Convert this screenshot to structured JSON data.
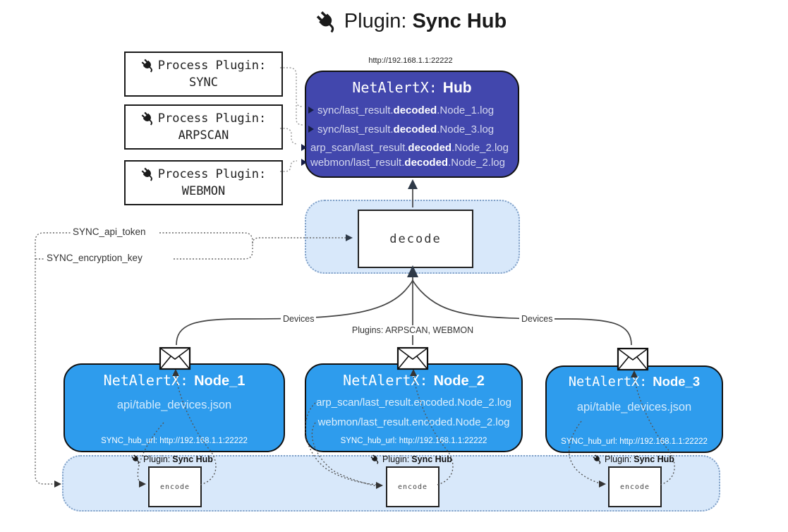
{
  "title": {
    "prefix": "Plugin:",
    "name": "Sync Hub"
  },
  "hub": {
    "url": "http://192.168.1.1:22222",
    "prefix": "NetAlertX:",
    "name": "Hub",
    "logs": [
      {
        "pre": "sync/last_result.",
        "bold": "decoded",
        "post": ".Node_1.log"
      },
      {
        "pre": "sync/last_result.",
        "bold": "decoded",
        "post": ".Node_3.log"
      },
      {
        "pre": "arp_scan/last_result.",
        "bold": "decoded",
        "post": ".Node_2.log"
      },
      {
        "pre": "webmon/last_result.",
        "bold": "decoded",
        "post": ".Node_2.log"
      }
    ]
  },
  "process_plugins": [
    {
      "label": "Process Plugin:",
      "name": "SYNC"
    },
    {
      "label": "Process Plugin:",
      "name": "ARPSCAN"
    },
    {
      "label": "Process Plugin:",
      "name": "WEBMON"
    }
  ],
  "decode_label": "decode",
  "encode_label": "encode",
  "encode_plugin": {
    "prefix": "Plugin:",
    "name": "Sync Hub"
  },
  "settings": {
    "api_token": "SYNC_api_token",
    "encryption_key": "SYNC_encryption_key"
  },
  "edge_labels": {
    "devices_left": "Devices",
    "plugins": "Plugins: ARPSCAN, WEBMON",
    "devices_right": "Devices"
  },
  "nodes": [
    {
      "prefix": "NetAlertX:",
      "name": "Node_1",
      "files": [
        "api/table_devices.json"
      ],
      "hub_url": "SYNC_hub_url: http://192.168.1.1:22222"
    },
    {
      "prefix": "NetAlertX:",
      "name": "Node_2",
      "files": [
        "arp_scan/last_result.encoded.Node_2.log",
        "webmon/last_result.encoded.Node_2.log"
      ],
      "hub_url": "SYNC_hub_url: http://192.168.1.1:22222"
    },
    {
      "prefix": "NetAlertX:",
      "name": "Node_3",
      "files": [
        "api/table_devices.json"
      ],
      "hub_url": "SYNC_hub_url: http://192.168.1.1:22222"
    }
  ],
  "icons": {
    "plug": "plug-icon",
    "envelope": "envelope-icon"
  },
  "colors": {
    "hub_bg": "#4247ad",
    "node_bg": "#2e9ced",
    "container_bg": "#d8e8fa",
    "container_border": "#7f9fc6",
    "arrow": "#444",
    "arrowhead_dark": "#2e3947"
  }
}
